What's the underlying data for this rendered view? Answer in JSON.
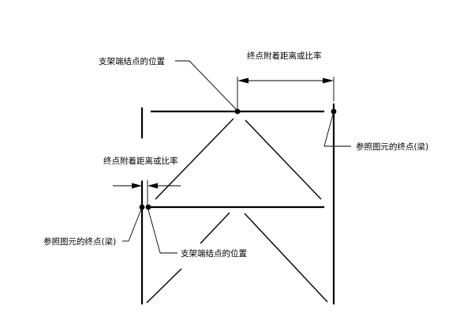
{
  "diagram": {
    "labels": {
      "brace_end_top": "支架端结点的位置",
      "offset_top": "终点附着距离或比率",
      "ref_end_right": "参照图元的终点(梁)",
      "offset_left": "终点附着距离或比率",
      "ref_end_left": "参照图元的终点(梁)",
      "brace_end_bottom": "支架端结点的位置"
    }
  }
}
